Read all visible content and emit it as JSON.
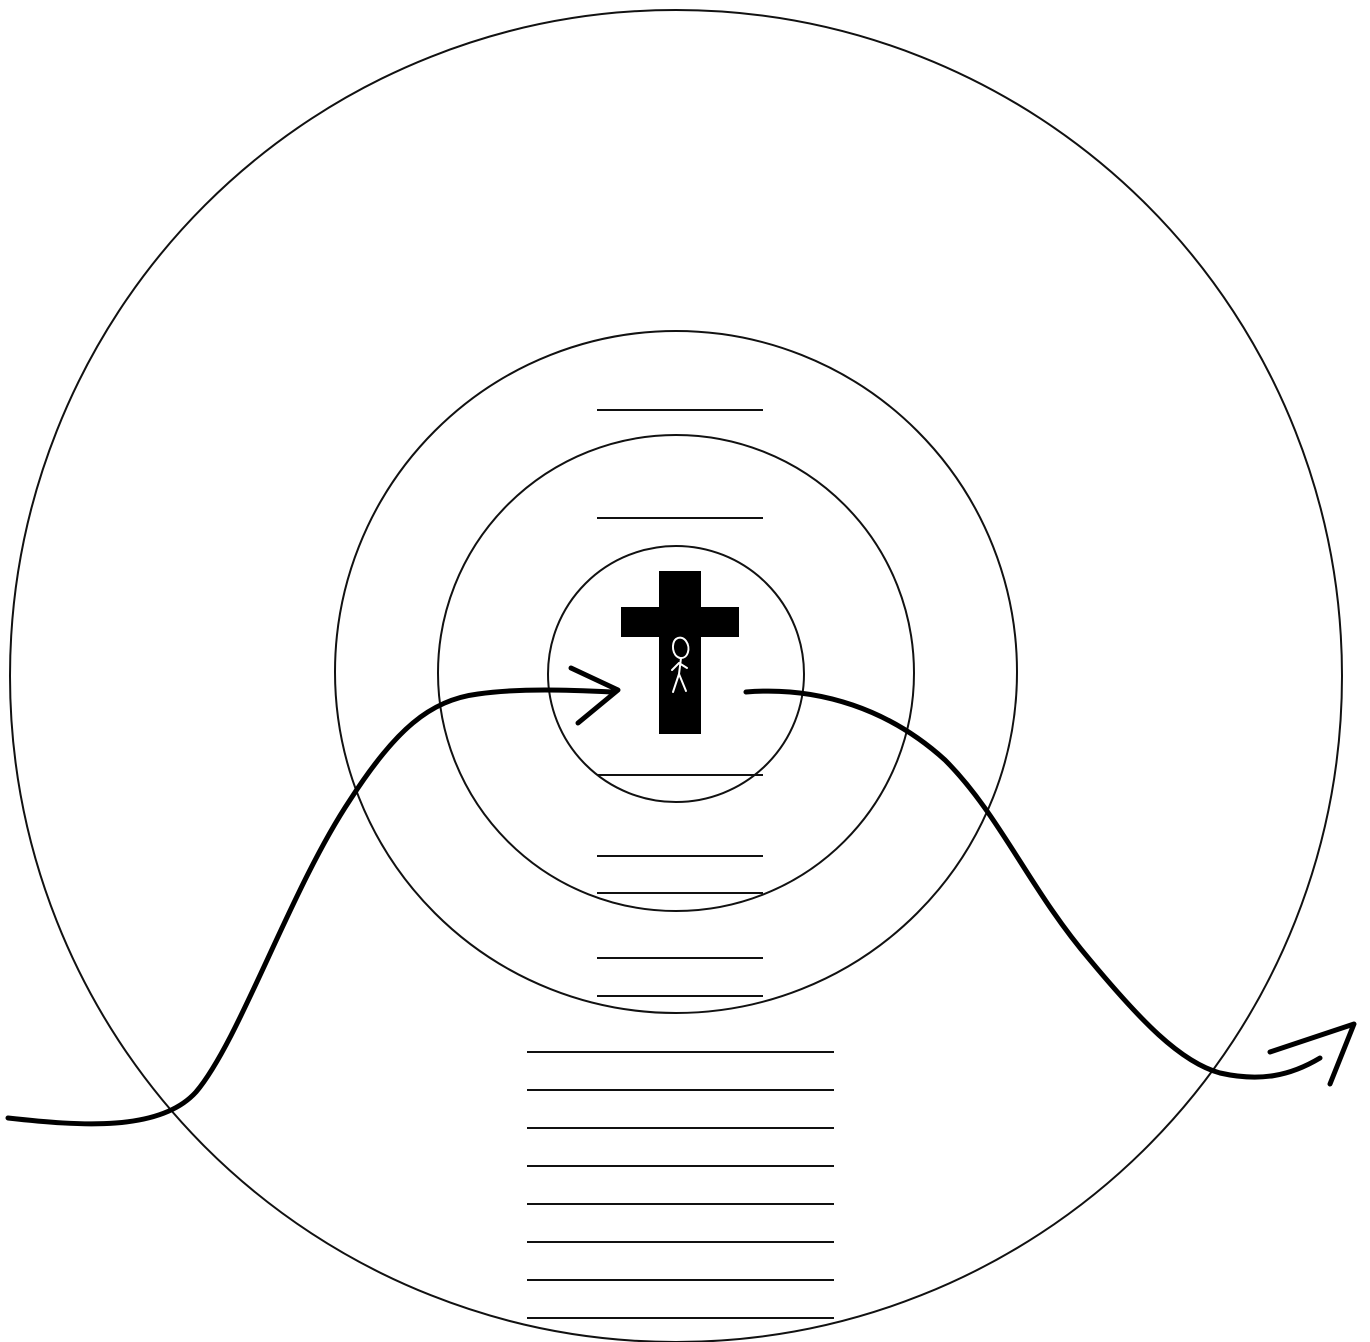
{
  "diagram": {
    "colors": {
      "background": "#ffffff",
      "line": "#111111",
      "cross": "#000000",
      "figure": "#ffffff"
    },
    "rings": [
      {
        "name": "ring-outer"
      },
      {
        "name": "ring-third"
      },
      {
        "name": "ring-second"
      },
      {
        "name": "ring-inner"
      }
    ],
    "writing_blanks": {
      "upper_short": 2,
      "lower_short": 5,
      "bottom_long": 8
    },
    "icons": {
      "center": "cross-icon",
      "person": "stick-figure-icon",
      "entry": "arrowhead-right-icon",
      "exit": "arrowhead-up-right-icon"
    }
  }
}
